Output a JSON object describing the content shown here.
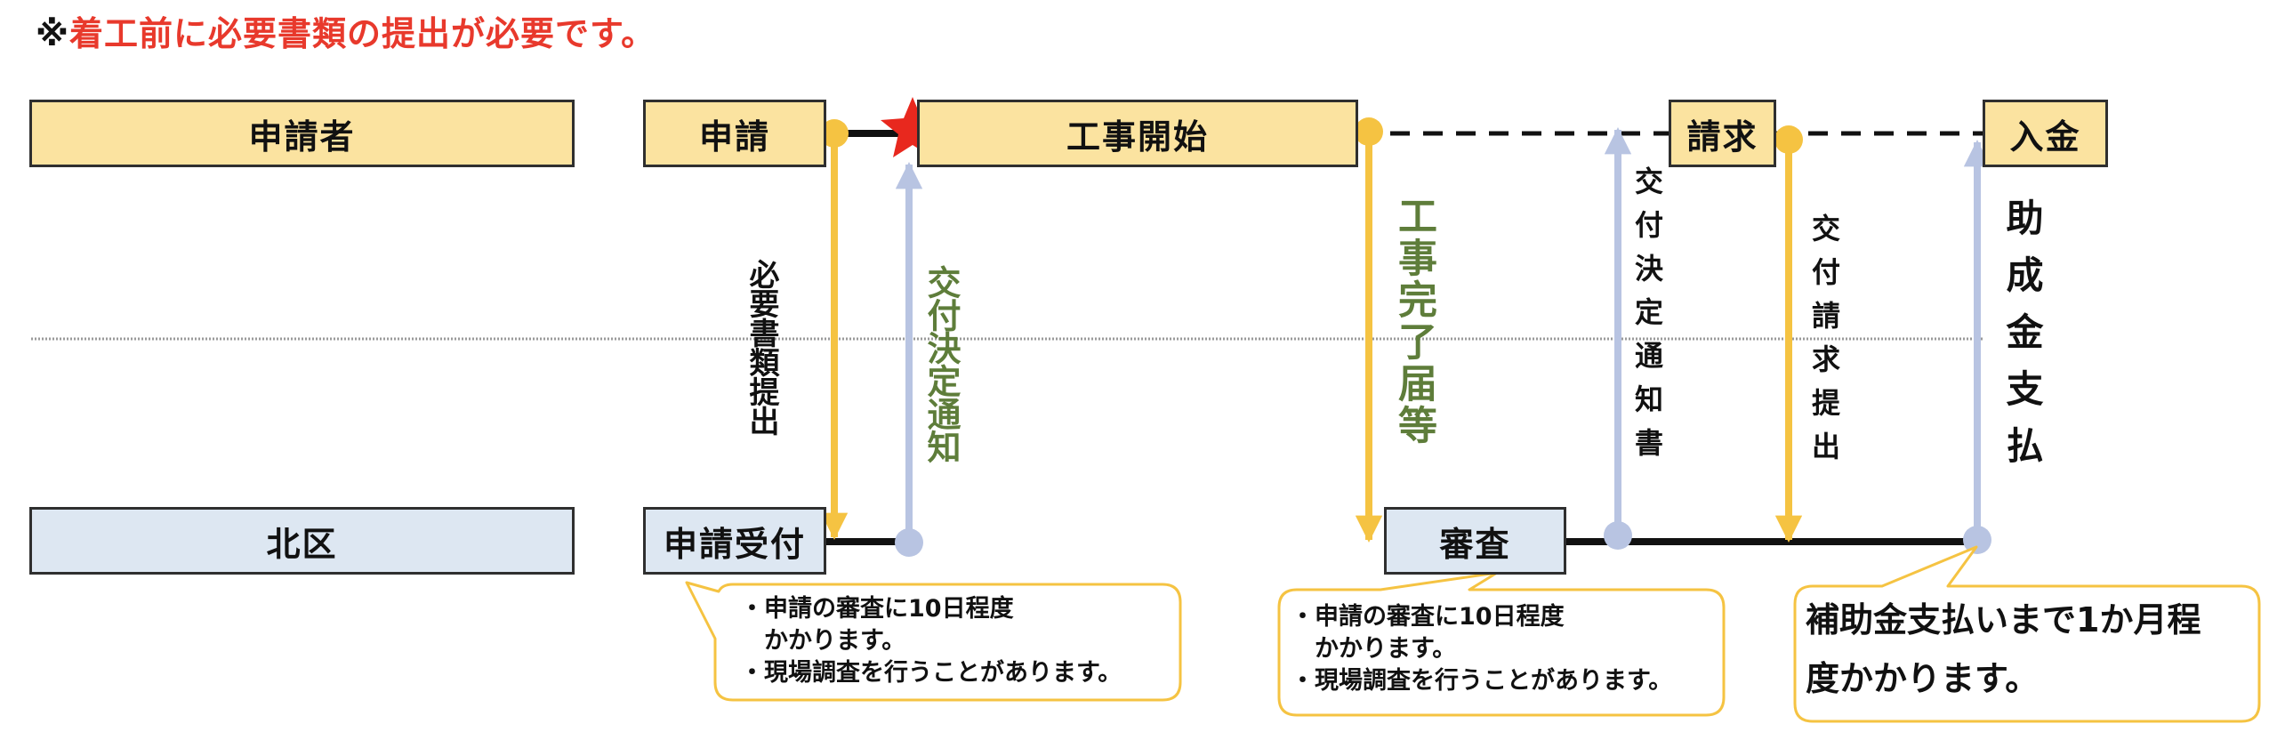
{
  "header": {
    "note_mark": "※",
    "note_text": "着工前に必要書類の提出が必要です。"
  },
  "colors": {
    "note_red": "#e8392c",
    "applicant_fill": "#fbe3a0",
    "ward_fill": "#dde7f2",
    "arrow_yellow": "#f5c342",
    "arrow_blue": "#b8c4e2",
    "label_green": "#5e7d3a",
    "star_red": "#e8281e"
  },
  "lanes": {
    "applicant": "申請者",
    "ward": "北区"
  },
  "steps": {
    "apply": "申請",
    "construction_start": "工事開始",
    "claim": "請求",
    "payment_received": "入金",
    "reception": "申請受付",
    "review": "審査"
  },
  "arrows": {
    "submit_documents": "必要書類提出",
    "grant_decision_notice": "交付決定通知",
    "completion_report": "工事完了届等",
    "grant_decision_notice_doc": "交付決定通知書",
    "grant_claim_submission": "交付請求提出",
    "subsidy_payment": "助成金支払"
  },
  "callouts": {
    "reception_note": "・申請の審査に10日程度\n　かかります。\n・現場調査を行うことがあります。",
    "review_note": "・申請の審査に10日程度\n　かかります。\n・現場調査を行うことがあります。",
    "payment_note": "補助金支払いまで1か月程\n度かかります。"
  }
}
